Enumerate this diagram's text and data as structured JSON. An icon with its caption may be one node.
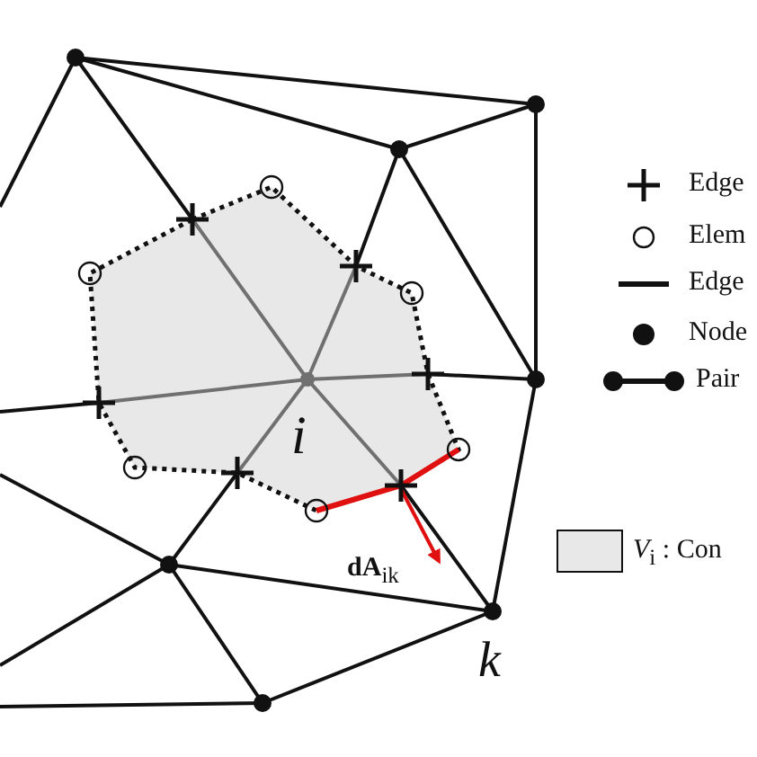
{
  "diagram": {
    "labels": [
      "i",
      "**dA**$_{ik}$",
      "k"
    ],
    "legend": [
      {
        "text": "Edge"
      },
      {
        "text": "Elem"
      },
      {
        "text": "Edge"
      },
      {
        "text": "Node"
      },
      {
        "text": "Pair"
      },
      {
        "text": "*V*$_{i}$ : Con",
        "color": "#e8e8e8"
      }
    ]
  }
}
